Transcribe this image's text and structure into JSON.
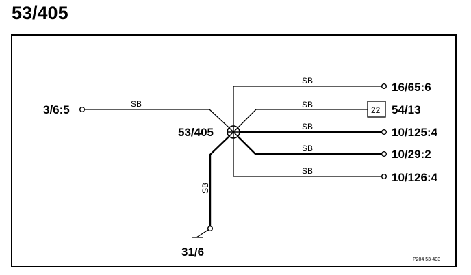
{
  "title": "53/405",
  "splice": {
    "label": "53/405"
  },
  "connections": [
    {
      "id": "left",
      "label": "3/6:5",
      "wire_color": "SB"
    },
    {
      "id": "r1",
      "label": "16/65:6",
      "wire_color": "SB"
    },
    {
      "id": "r2",
      "label": "54/13",
      "wire_color": "SB",
      "box_label": "22"
    },
    {
      "id": "r3",
      "label": "10/125:4",
      "wire_color": "SB"
    },
    {
      "id": "r4",
      "label": "10/29:2",
      "wire_color": "SB"
    },
    {
      "id": "r5",
      "label": "10/126:4",
      "wire_color": "SB"
    },
    {
      "id": "ground",
      "label": "31/6",
      "wire_color": "SB"
    }
  ],
  "footer_code": "P204 53-403"
}
